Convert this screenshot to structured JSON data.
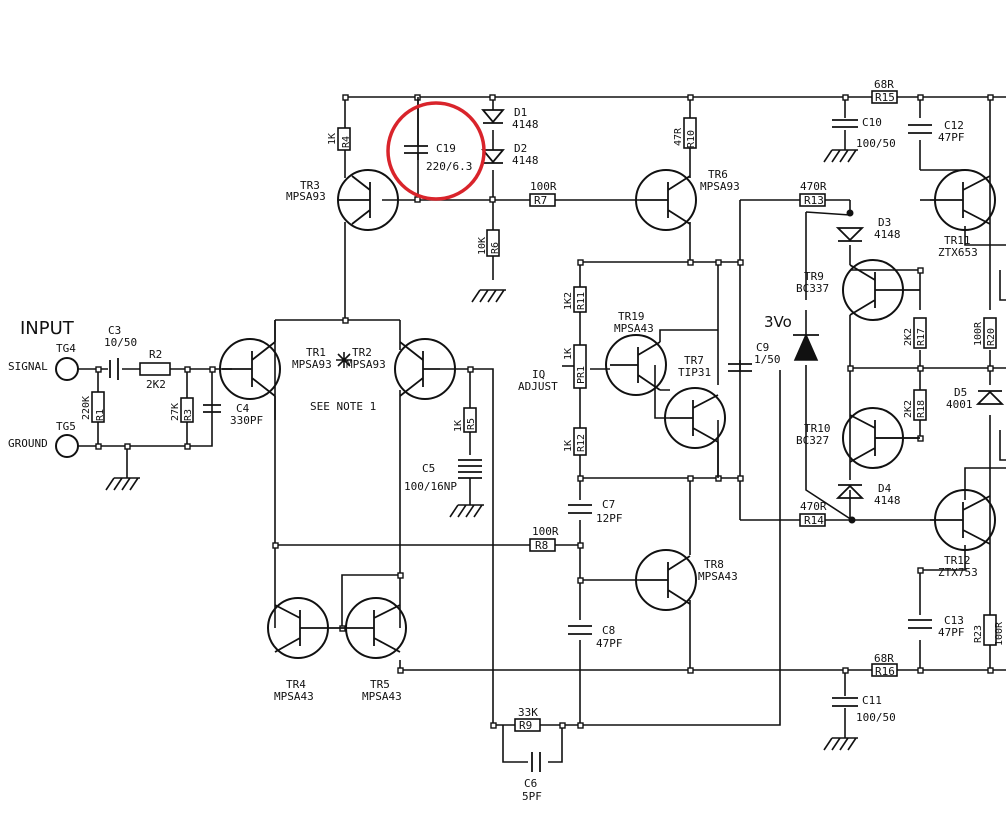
{
  "labels": {
    "input": "INPUT",
    "signal": "SIGNAL",
    "ground": "GROUND",
    "tg4": "TG4",
    "tg5": "TG5",
    "c3": "C3",
    "c3_val": "10/50",
    "r2": "R2",
    "r2_val": "2K2",
    "r1": "R1",
    "r1_val": "220K",
    "r3": "R3",
    "r3_val": "27K",
    "c4": "C4",
    "c4_val": "330PF",
    "r4": "R4",
    "r4_val": "1K",
    "c19": "C19",
    "c19_val": "220/6.3",
    "d1": "D1",
    "d1_val": "4148",
    "d2": "D2",
    "d2_val": "4148",
    "tr3": "TR3",
    "tr3_val": "MPSA93",
    "r6": "R6",
    "r6_val": "10K",
    "r7": "R7",
    "r7_val": "100R",
    "r10": "R10",
    "r10_val": "47R",
    "tr6": "TR6",
    "tr6_val": "MPSA93",
    "r15": "R15",
    "r15_val": "68R",
    "c10": "C10",
    "c10_val": "100/50",
    "c12": "C12",
    "c12_val": "47PF",
    "r13": "R13",
    "r13_val": "470R",
    "d3": "D3",
    "d3_val": "4148",
    "tr11": "TR11",
    "tr11_val": "ZTX653",
    "tr9": "TR9",
    "tr9_val": "BC337",
    "r17": "R17",
    "r17_val": "2K2",
    "r20": "R20",
    "r20_val": "100R",
    "vbe": "3Vo",
    "d5": "D5",
    "d5_val": "4001",
    "r18": "R18",
    "r18_val": "2K2",
    "tr10": "TR10",
    "tr10_val": "BC327",
    "d4": "D4",
    "d4_val": "4148",
    "r14": "R14",
    "r14_val": "470R",
    "tr12": "TR12",
    "tr12_val": "ZTX753",
    "c13": "C13",
    "c13_val": "47PF",
    "r23": "R23",
    "r23_val": "100R",
    "r16": "R16",
    "r16_val": "68R",
    "c11": "C11",
    "c11_val": "100/50",
    "tr1": "TR1",
    "tr1_val": "MPSA93",
    "tr2": "TR2",
    "tr2_val": "MPSA93",
    "note": "SEE NOTE 1",
    "r5": "R5",
    "r5_val": "1K",
    "c5": "C5",
    "c5_val": "100/16NP",
    "r11": "R11",
    "r11_val": "1K2",
    "pr1": "PR1",
    "pr1_val": "1K",
    "iq1": "IQ",
    "iq2": "ADJUST",
    "tr19": "TR19",
    "tr19_val": "MPSA43",
    "tr7": "TR7",
    "tr7_val": "TIP31",
    "r12": "R12",
    "r12_val": "1K",
    "c9": "C9",
    "c9_val": "1/50",
    "c7": "C7",
    "c7_val": "12PF",
    "r8": "R8",
    "r8_val": "100R",
    "tr8": "TR8",
    "tr8_val": "MPSA43",
    "c8": "C8",
    "c8_val": "47PF",
    "tr4": "TR4",
    "tr4_val": "MPSA43",
    "tr5": "TR5",
    "tr5_val": "MPSA43",
    "r9": "R9",
    "r9_val": "33K",
    "c6": "C6",
    "c6_val": "5PF"
  },
  "colors": {
    "line": "#111111",
    "highlight": "#d9242b",
    "background": "#ffffff"
  }
}
